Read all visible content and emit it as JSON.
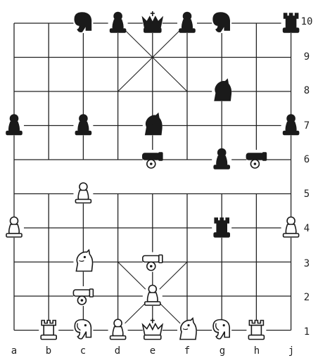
{
  "game": "xiangqi",
  "files": [
    "a",
    "b",
    "c",
    "d",
    "e",
    "f",
    "g",
    "h",
    "j"
  ],
  "ranks": [
    "10",
    "9",
    "8",
    "7",
    "6",
    "5",
    "4",
    "3",
    "2",
    "1"
  ],
  "colors": {
    "black": "#1a1a1a",
    "white": "#ffffff",
    "line": "#222222"
  },
  "pieces": [
    {
      "side": "black",
      "type": "elephant",
      "icon": "elephant-icon",
      "square": "c10"
    },
    {
      "side": "black",
      "type": "pawn",
      "icon": "pawn-icon",
      "square": "d10"
    },
    {
      "side": "black",
      "type": "king",
      "icon": "king-icon",
      "square": "e10"
    },
    {
      "side": "black",
      "type": "pawn",
      "icon": "pawn-icon",
      "square": "f10"
    },
    {
      "side": "black",
      "type": "elephant",
      "icon": "elephant-icon",
      "square": "g10"
    },
    {
      "side": "black",
      "type": "rook",
      "icon": "rook-icon",
      "square": "j10"
    },
    {
      "side": "black",
      "type": "knight",
      "icon": "knight-icon",
      "square": "g8"
    },
    {
      "side": "black",
      "type": "pawn",
      "icon": "pawn-icon",
      "square": "a7"
    },
    {
      "side": "black",
      "type": "pawn",
      "icon": "pawn-icon",
      "square": "c7"
    },
    {
      "side": "black",
      "type": "knight",
      "icon": "knight-icon",
      "square": "e7"
    },
    {
      "side": "black",
      "type": "pawn",
      "icon": "pawn-icon",
      "square": "j7"
    },
    {
      "side": "black",
      "type": "cannon",
      "icon": "cannon-icon",
      "square": "e6"
    },
    {
      "side": "black",
      "type": "pawn",
      "icon": "pawn-icon",
      "square": "g6"
    },
    {
      "side": "black",
      "type": "cannon",
      "icon": "cannon-icon",
      "square": "h6"
    },
    {
      "side": "white",
      "type": "pawn",
      "icon": "pawn-icon",
      "square": "c5"
    },
    {
      "side": "white",
      "type": "pawn",
      "icon": "pawn-icon",
      "square": "a4"
    },
    {
      "side": "black",
      "type": "rook",
      "icon": "rook-icon",
      "square": "g4"
    },
    {
      "side": "white",
      "type": "pawn",
      "icon": "pawn-icon",
      "square": "j4"
    },
    {
      "side": "white",
      "type": "knight",
      "icon": "knight-icon",
      "square": "c3"
    },
    {
      "side": "white",
      "type": "cannon",
      "icon": "cannon-icon",
      "square": "e3"
    },
    {
      "side": "white",
      "type": "cannon",
      "icon": "cannon-icon",
      "square": "c2"
    },
    {
      "side": "white",
      "type": "pawn",
      "icon": "pawn-icon",
      "square": "e2"
    },
    {
      "side": "white",
      "type": "rook",
      "icon": "rook-icon",
      "square": "b1"
    },
    {
      "side": "white",
      "type": "elephant",
      "icon": "elephant-icon",
      "square": "c1"
    },
    {
      "side": "white",
      "type": "pawn",
      "icon": "pawn-icon",
      "square": "d1"
    },
    {
      "side": "white",
      "type": "king",
      "icon": "king-icon",
      "square": "e1"
    },
    {
      "side": "white",
      "type": "knight",
      "icon": "knight-icon",
      "square": "f1"
    },
    {
      "side": "white",
      "type": "elephant",
      "icon": "elephant-icon",
      "square": "g1"
    },
    {
      "side": "white",
      "type": "rook",
      "icon": "rook-icon",
      "square": "h1"
    }
  ]
}
